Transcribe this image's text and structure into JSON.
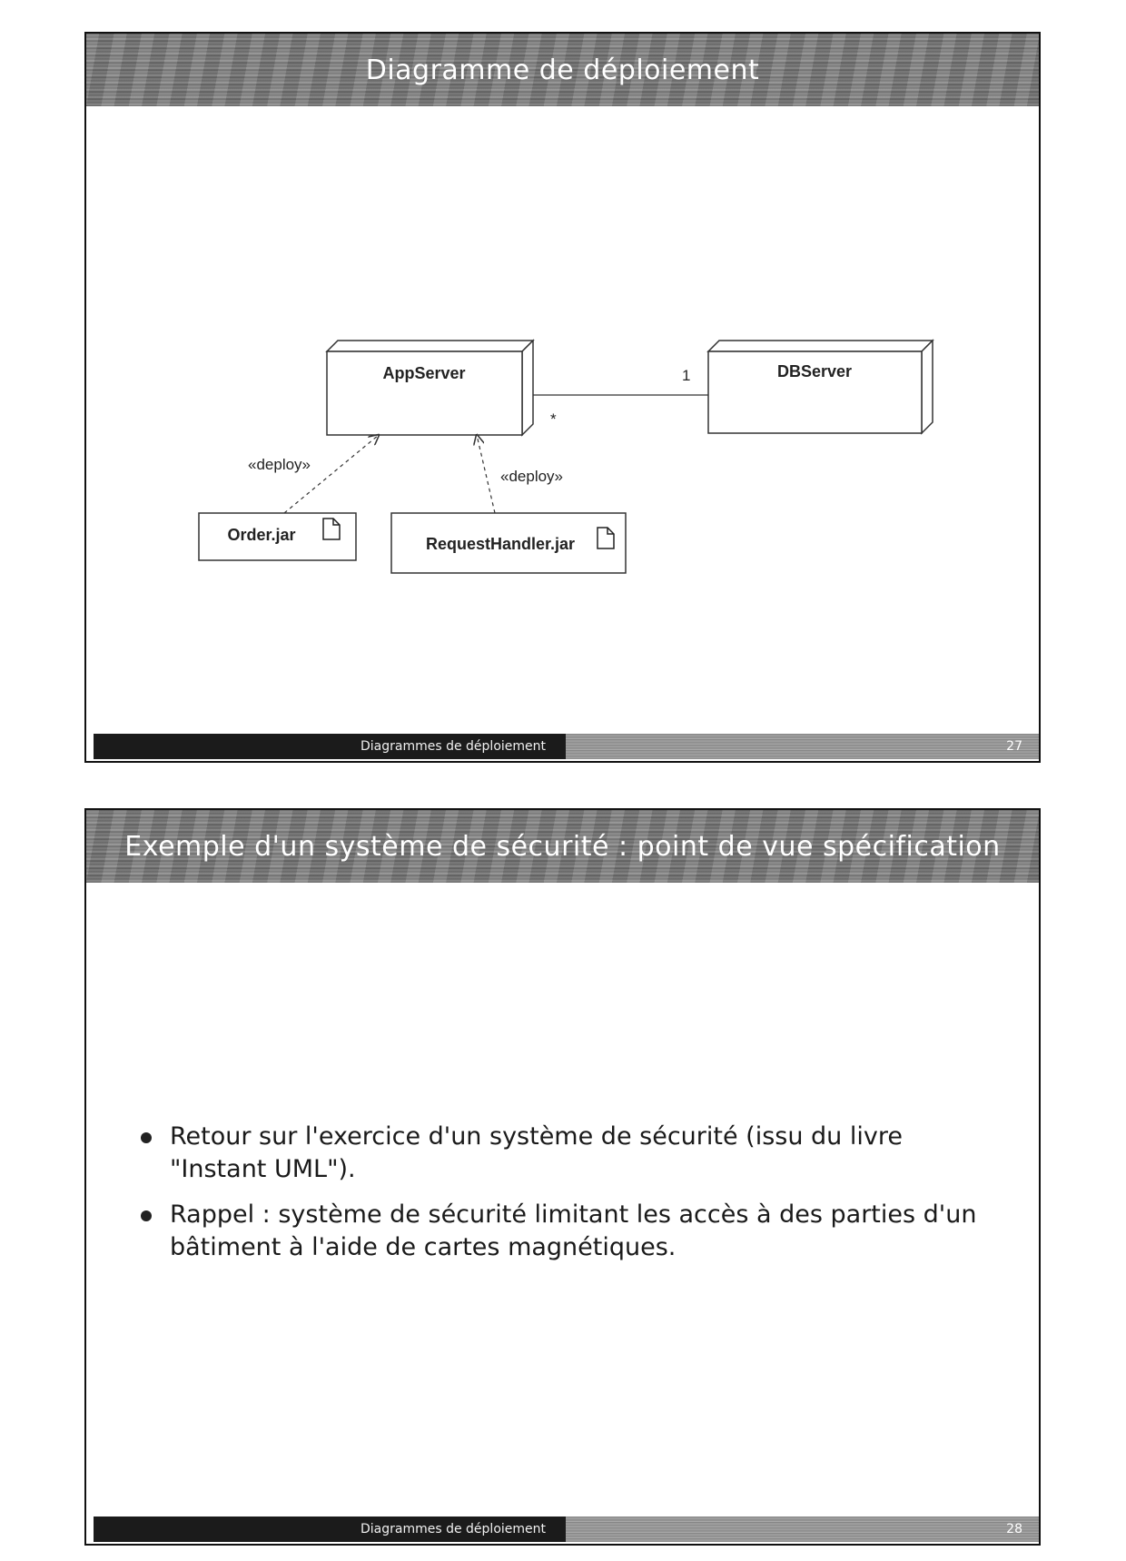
{
  "slide1": {
    "title": "Diagramme de déploiement",
    "footer_left": "Diagrammes de déploiement",
    "page_number": "27",
    "diagram": {
      "appserver": "AppServer",
      "dbserver": "DBServer",
      "mult_app": "*",
      "mult_db": "1",
      "order_jar": "Order.jar",
      "request_handler_jar": "RequestHandler.jar",
      "deploy_label_left": "«deploy»",
      "deploy_label_right": "«deploy»"
    }
  },
  "slide2": {
    "title": "Exemple d'un système de sécurité : point de vue spécification",
    "bullets": [
      "Retour sur l'exercice d'un système de sécurité (issu du livre \"Instant UML\").",
      "Rappel : système de sécurité limitant les accès à des parties d'un bâtiment à l'aide de cartes magnétiques."
    ],
    "footer_left": "Diagrammes de déploiement",
    "page_number": "28"
  }
}
